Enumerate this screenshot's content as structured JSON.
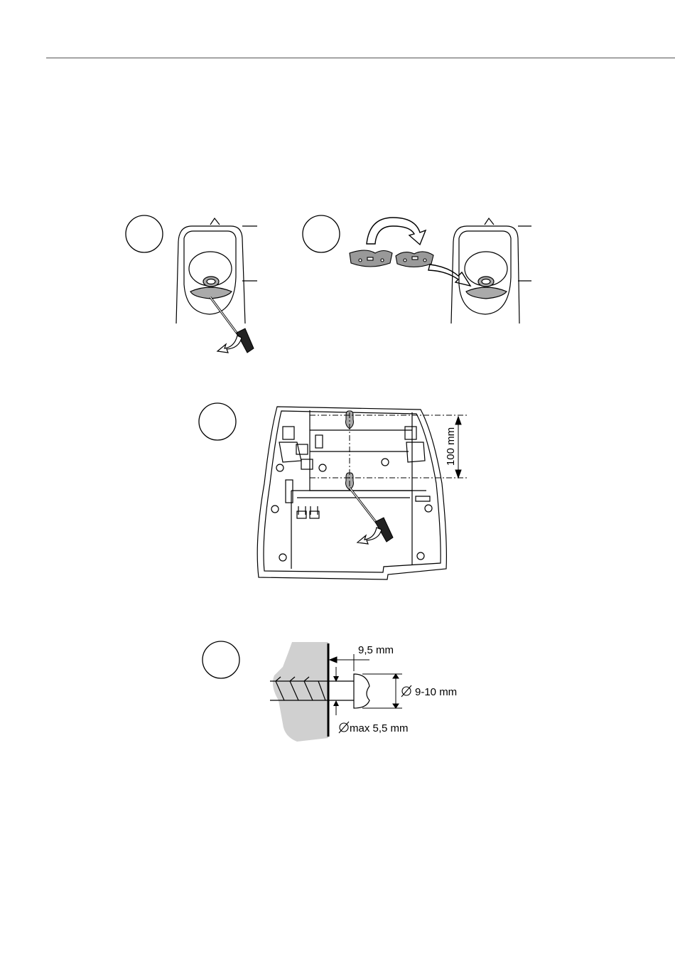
{
  "figure": {
    "dimensions": {
      "hole_spacing": "100 mm",
      "head_clearance": "9,5 mm",
      "head_diameter": "9-10 mm",
      "shaft_diameter": "max 5,5 mm"
    },
    "step_markers": 4,
    "icons": [
      "screwdriver-icon",
      "curved-arrow-icon",
      "step-circle-icon",
      "diameter-icon"
    ]
  }
}
